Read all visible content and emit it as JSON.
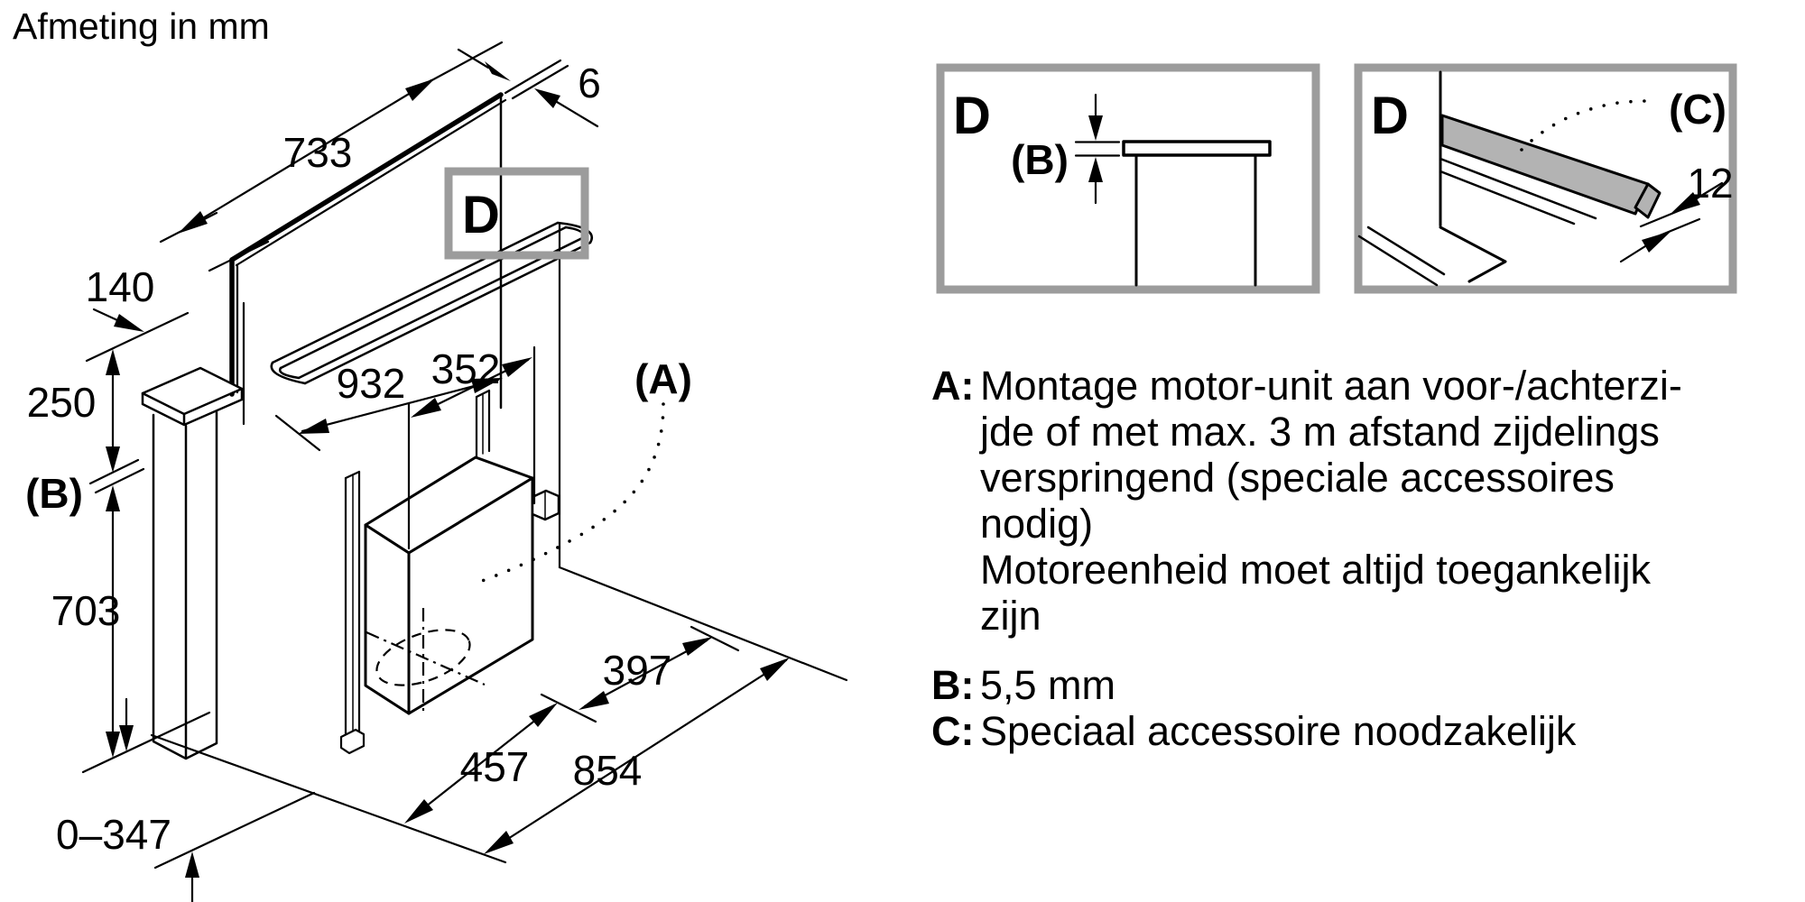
{
  "title": "Afmeting in mm",
  "colors": {
    "line": "#000000",
    "callout_gray": "#9c9c9c",
    "accessory_gray": "#b3b3b3"
  },
  "drawing": {
    "detail_ref": "D",
    "dim_733": "733",
    "dim_6": "6",
    "dim_140": "140",
    "dim_250": "250",
    "ref_b": "(B)",
    "dim_703": "703",
    "dim_0_347": "0–347",
    "dim_932": "932",
    "dim_352": "352",
    "ref_a": "(A)",
    "dim_397": "397",
    "dim_457": "457",
    "dim_854": "854"
  },
  "detail_d_section": {
    "label": "D",
    "ref_b": "(B)"
  },
  "detail_d_accessory": {
    "label": "D",
    "ref_c": "(C)",
    "dim_12": "12"
  },
  "notes": {
    "a_label": "A:",
    "a_lines": [
      "Montage motor-unit aan voor-/achterzi-",
      "jde of met max. 3 m afstand zijdelings",
      "verspringend (speciale accessoires",
      "nodig)",
      "Motoreenheid moet altijd toegankelijk",
      "zijn"
    ],
    "b_label": "B:",
    "b_text": "5,5 mm",
    "c_label": "C:",
    "c_text": "Speciaal accessoire noodzakelijk"
  }
}
